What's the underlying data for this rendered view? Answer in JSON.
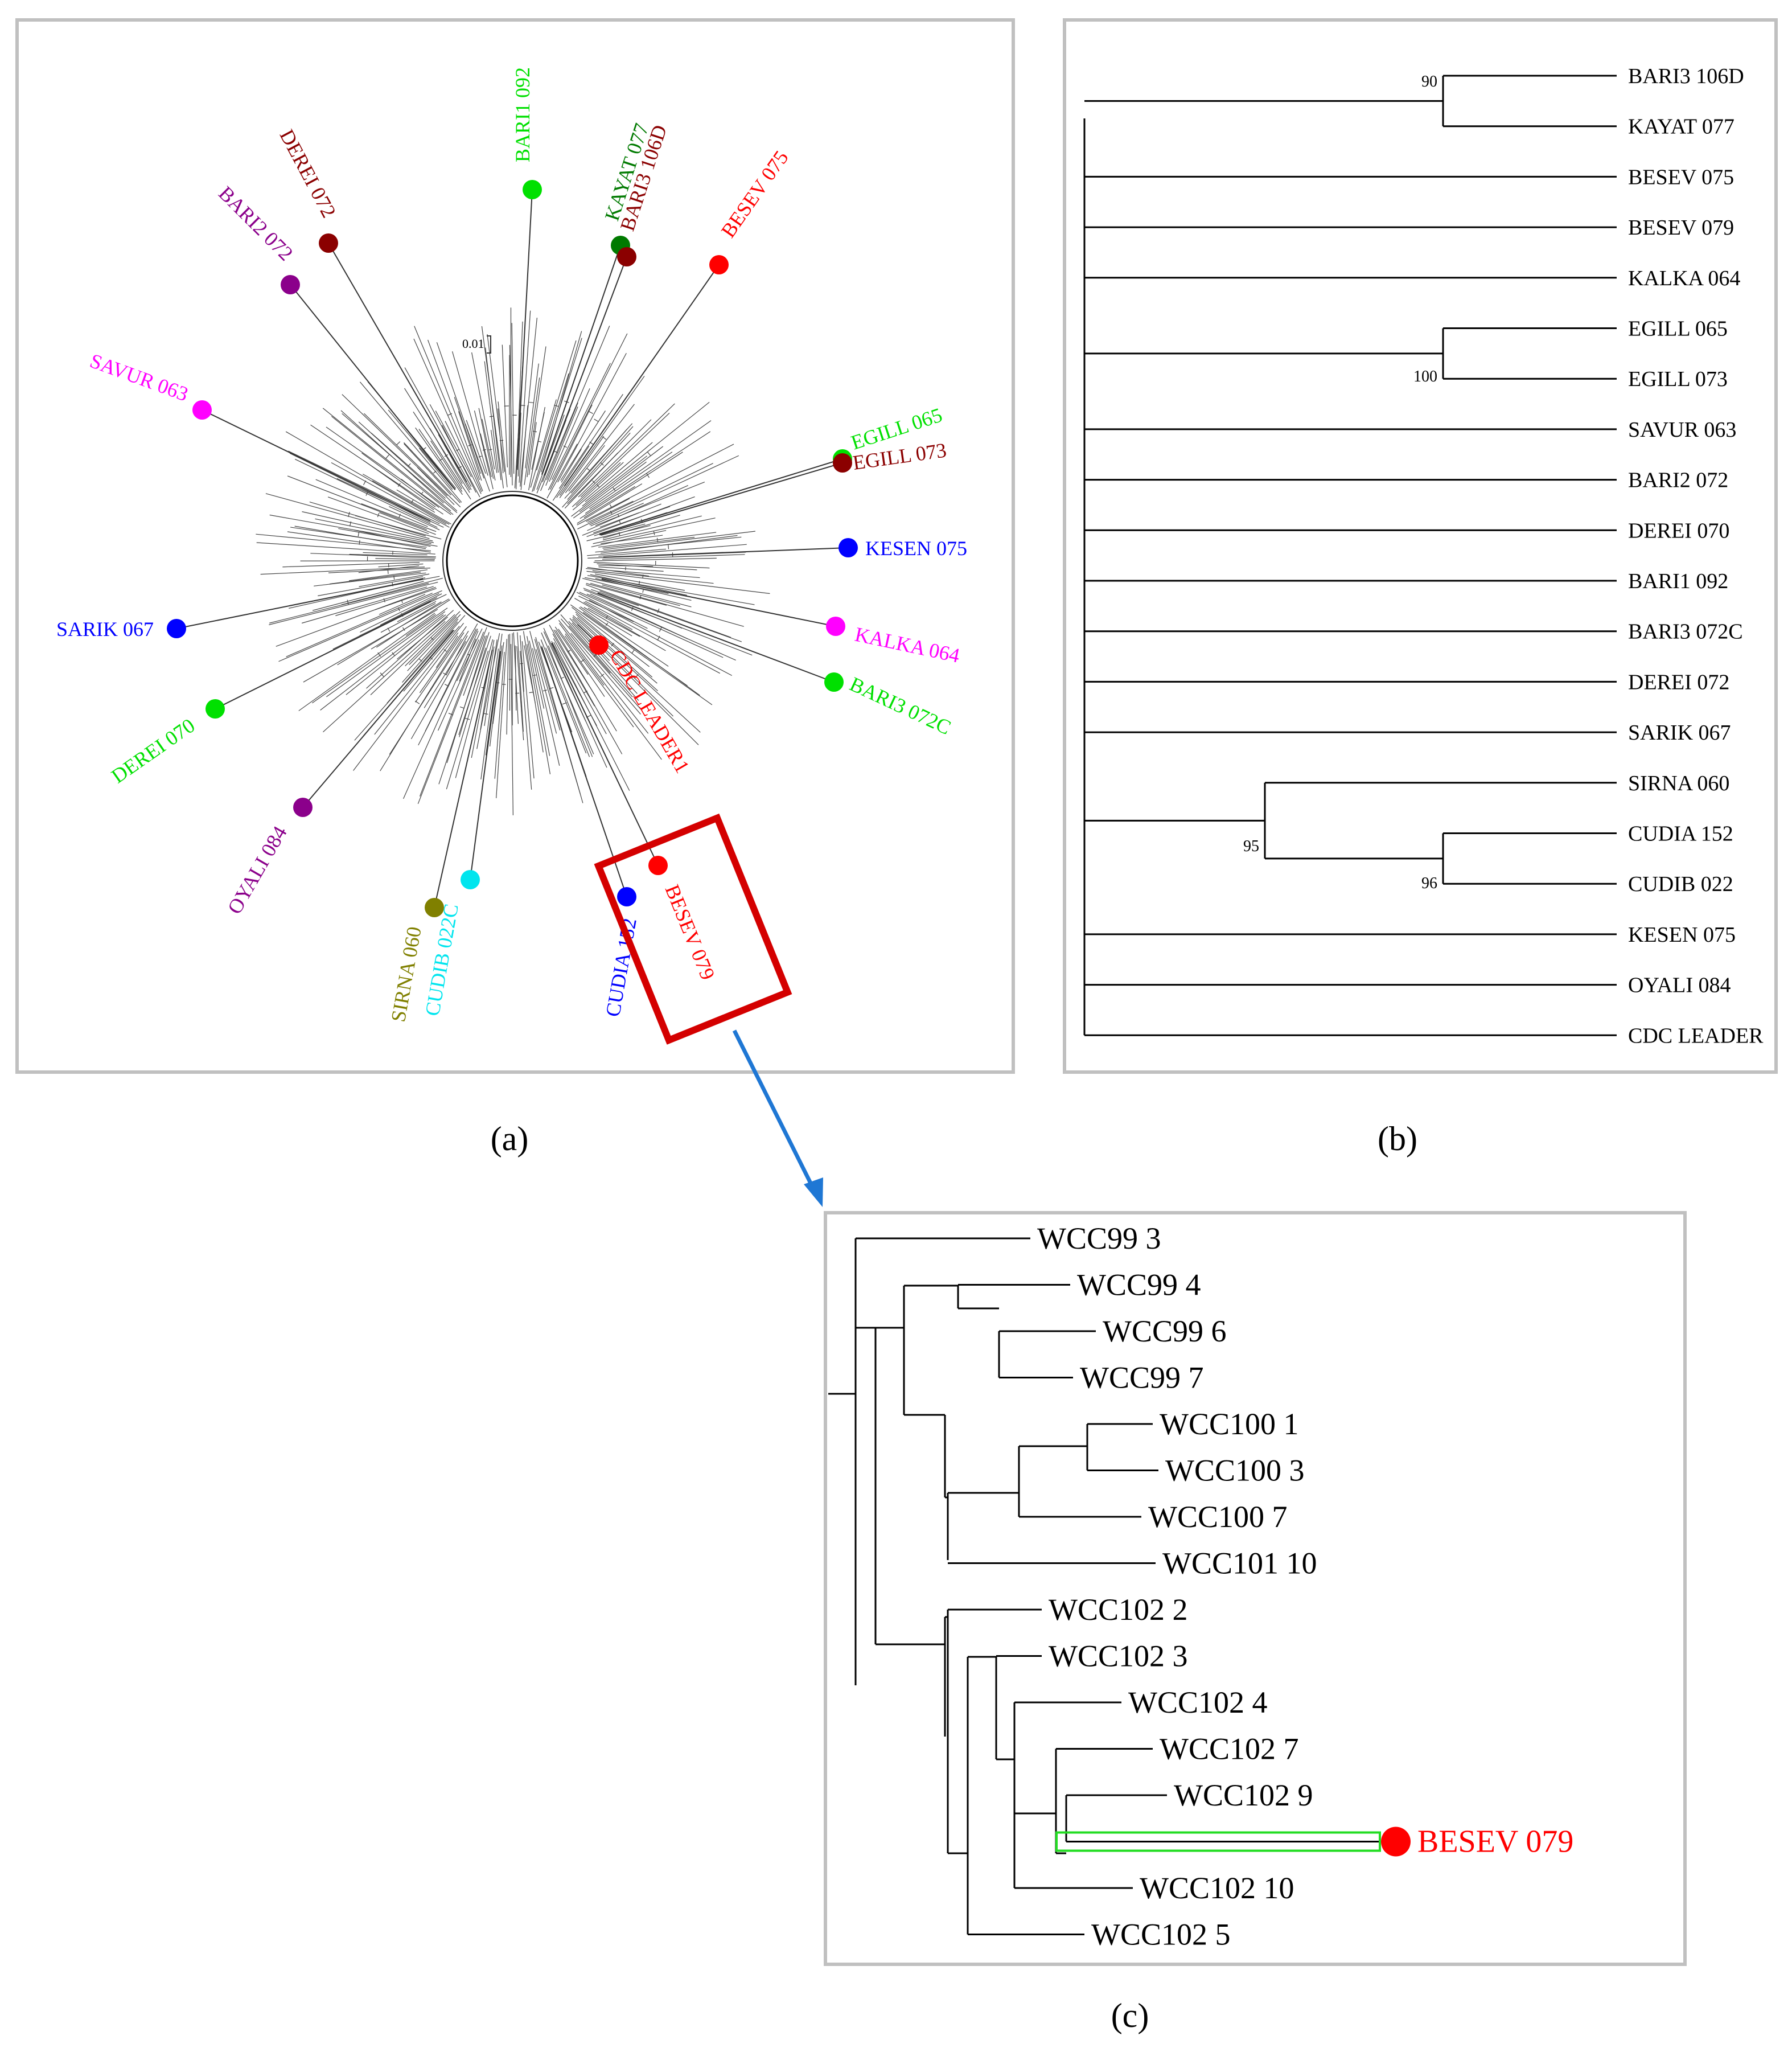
{
  "panel_a": {
    "caption": "(a)",
    "scale_label": "0.01",
    "labels": [
      {
        "text": "BARI1 092",
        "color": "#00e000"
      },
      {
        "text": "KAYAT 077",
        "color": "#007a00"
      },
      {
        "text": "BARI3 106D",
        "color": "#8b0000"
      },
      {
        "text": "BESEV 075",
        "color": "#ff0000"
      },
      {
        "text": "DEREI 072",
        "color": "#8b0000"
      },
      {
        "text": "BARI2 072",
        "color": "#8b008b"
      },
      {
        "text": "SAVUR 063",
        "color": "#ff00ff"
      },
      {
        "text": "EGILL 065",
        "color": "#00e000"
      },
      {
        "text": "EGILL 073",
        "color": "#8b0000"
      },
      {
        "text": "KESEN 075",
        "color": "#0000ff"
      },
      {
        "text": "KALKA 064",
        "color": "#ff00ff"
      },
      {
        "text": "BARI3 072C",
        "color": "#00e000"
      },
      {
        "text": "CDC LEADER1",
        "color": "#ff0000"
      },
      {
        "text": "SARIK 067",
        "color": "#0000ff"
      },
      {
        "text": "DEREI 070",
        "color": "#00e000"
      },
      {
        "text": "OYALI 084",
        "color": "#8b008b"
      },
      {
        "text": "SIRNA 060",
        "color": "#808000"
      },
      {
        "text": "CUDIB 022C",
        "color": "#00e5ee"
      },
      {
        "text": "CUDIA 152",
        "color": "#0000ff"
      },
      {
        "text": "BESEV 079",
        "color": "#ff0000"
      }
    ],
    "highlight_color": "#d40000",
    "arrow_color": "#1f77d4"
  },
  "panel_b": {
    "caption": "(b)",
    "taxa": [
      "BARI3 106D",
      "KAYAT 077",
      "BESEV 075",
      "BESEV 079",
      "KALKA 064",
      "EGILL 065",
      "EGILL 073",
      "SAVUR 063",
      "BARI2 072",
      "DEREI 070",
      "BARI1 092",
      "BARI3 072C",
      "DEREI 072",
      "SARIK 067",
      "SIRNA 060",
      "CUDIA 152",
      "CUDIB 022",
      "KESEN 075",
      "OYALI 084",
      "CDC LEADER"
    ],
    "bootstrap": [
      "90",
      "100",
      "95",
      "96"
    ]
  },
  "panel_c": {
    "caption": "(c)",
    "taxa": [
      "WCC99 3",
      "WCC99 4",
      "WCC99 6",
      "WCC99 7",
      "WCC100 1",
      "WCC100 3",
      "WCC100 7",
      "WCC101 10",
      "WCC102 2",
      "WCC102 3",
      "WCC102 4",
      "WCC102 7",
      "WCC102 9",
      "BESEV 079",
      "WCC102 10",
      "WCC102 5"
    ],
    "highlight_taxon_color": "#ff0000",
    "highlight_box_color": "#22dd22"
  }
}
